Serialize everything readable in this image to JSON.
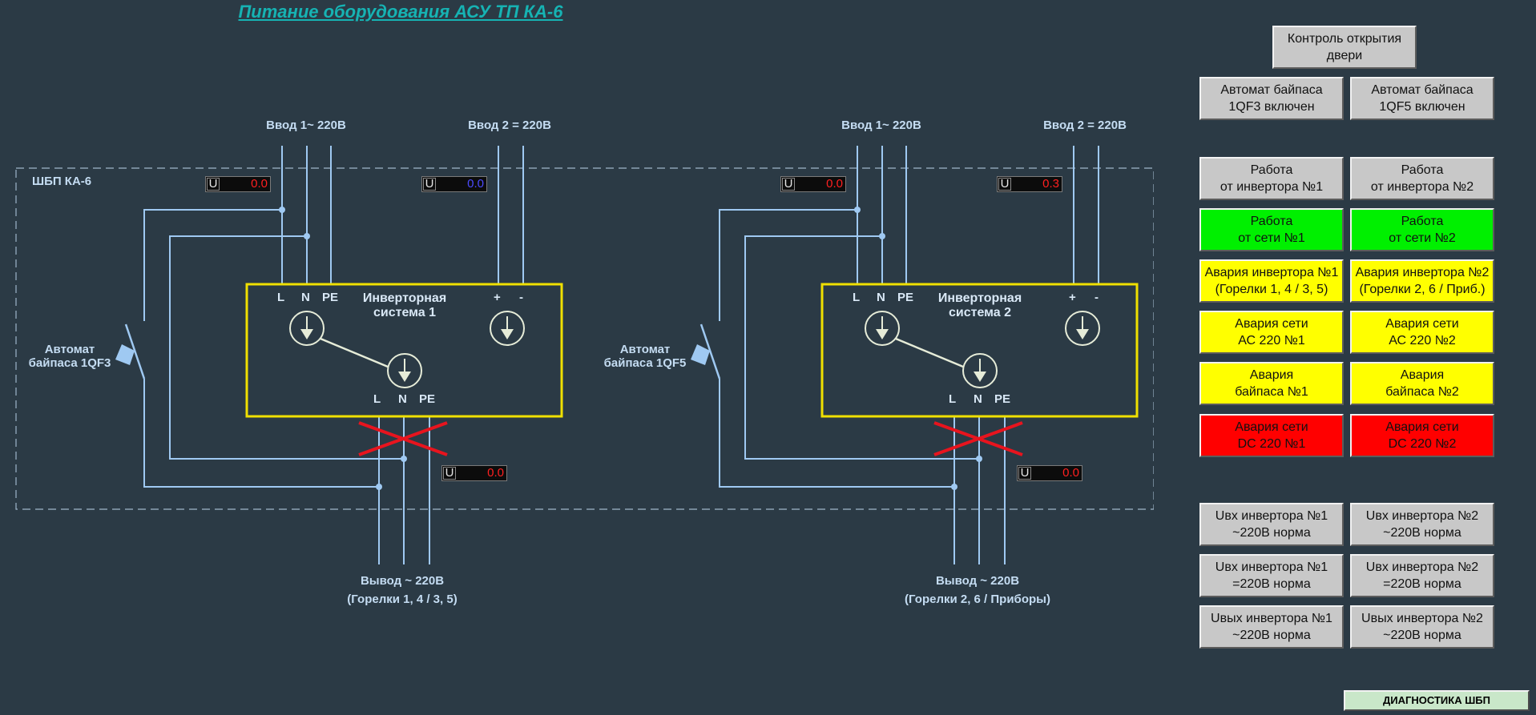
{
  "title": "Питание оборудования АСУ ТП КА-6",
  "colors": {
    "background": "#2b3a45",
    "wire": "#9fc9f2",
    "system_box": "#f0e000",
    "fault_cross": "#e8141e",
    "normal_value": "#ff2020",
    "dc_value": "#4a4aff"
  },
  "cabinet_label": "ШБП КА-6",
  "units": [
    {
      "input1_label": "Ввод 1~ 220В",
      "input2_label": "Ввод 2 = 220В",
      "system_line1": "Инверторная",
      "system_line2": "система 1",
      "bypass_line1": "Автомат",
      "bypass_line2": "байпаса 1QF3",
      "in_terminals": {
        "l": "L",
        "n": "N",
        "pe": "PE",
        "plus": "+",
        "minus": "-"
      },
      "out_terminals": {
        "l": "L",
        "n": "N",
        "pe": "PE"
      },
      "output_line1": "Вывод ~ 220В",
      "output_line2": "(Горелки 1, 4 / 3, 5)",
      "meter_input1": {
        "label": "U",
        "value": "0.0"
      },
      "meter_input2": {
        "label": "U",
        "value": "0.0"
      },
      "meter_output": {
        "label": "U",
        "value": "0.0"
      }
    },
    {
      "input1_label": "Ввод 1~ 220В",
      "input2_label": "Ввод 2 = 220В",
      "system_line1": "Инверторная",
      "system_line2": "система 2",
      "bypass_line1": "Автомат",
      "bypass_line2": "байпаса 1QF5",
      "in_terminals": {
        "l": "L",
        "n": "N",
        "pe": "PE",
        "plus": "+",
        "minus": "-"
      },
      "out_terminals": {
        "l": "L",
        "n": "N",
        "pe": "PE"
      },
      "output_line1": "Вывод ~ 220В",
      "output_line2": "(Горелки 2, 6 / Приборы)",
      "meter_input1": {
        "label": "U",
        "value": "0.0"
      },
      "meter_input2": {
        "label": "U",
        "value": "0.3"
      },
      "meter_output": {
        "label": "U",
        "value": "0.0"
      }
    }
  ],
  "panel": {
    "door_control": "Контроль открытия\nдвери",
    "bypass1_on": "Автомат байпаса\n1QF3 включен",
    "bypass2_on": "Автомат байпаса\n1QF5 включен",
    "inverter1_work": "Работа\nот инвертора №1",
    "inverter2_work": "Работа\nот инвертора №2",
    "grid1_work": "Работа\nот сети №1",
    "grid2_work": "Работа\nот сети №2",
    "inverter1_alarm": "Авария инвертора №1\n(Горелки 1, 4 / 3, 5)",
    "inverter2_alarm": "Авария инвертора №2\n(Горелки 2, 6 / Приб.)",
    "ac1_alarm": "Авария сети\nАС 220 №1",
    "ac2_alarm": "Авария сети\nАС 220 №2",
    "bypass1_alarm": "Авария\nбайпаса №1",
    "bypass2_alarm": "Авария\nбайпаса №2",
    "dc1_alarm": "Авария сети\nDC 220 №1",
    "dc2_alarm": "Авария сети\nDC 220 №2",
    "uin_ac1": "Uвх инвертора №1\n~220В норма",
    "uin_ac2": "Uвх инвертора №2\n~220В норма",
    "uin_dc1": "Uвх инвертора №1\n=220В норма",
    "uin_dc2": "Uвх инвертора №2\n=220В норма",
    "uout1": "Uвых инвертора №1\n~220В норма",
    "uout2": "Uвых инвертора №2\n~220В норма",
    "diagnostics": "ДИАГНОСТИКА ШБП"
  }
}
